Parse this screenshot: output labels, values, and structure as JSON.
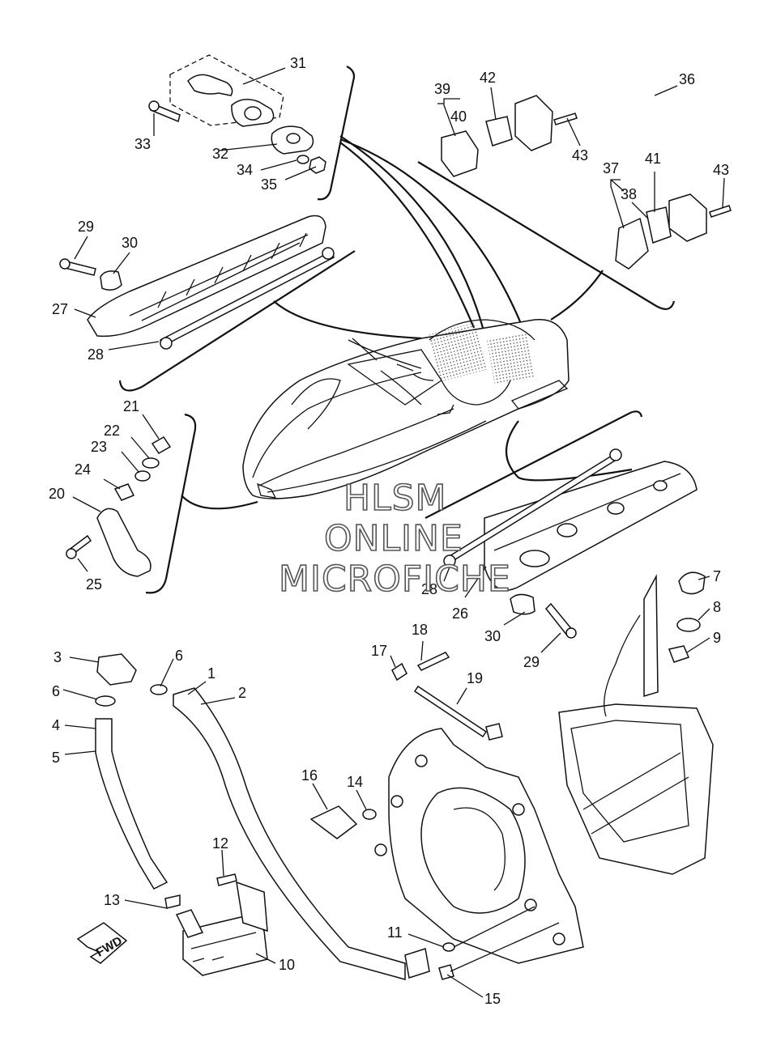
{
  "watermark": {
    "line1": "HLSM",
    "line2": "ONLINE",
    "line3": "MICROFICHE"
  },
  "fwd_label": "FWD",
  "colors": {
    "line": "#111111",
    "paper": "#ffffff",
    "watermark_outline": "#555555"
  },
  "callouts": {
    "n1": "1",
    "n2": "2",
    "n3": "3",
    "n4": "4",
    "n5": "5",
    "n6a": "6",
    "n6b": "6",
    "n7": "7",
    "n8": "8",
    "n9": "9",
    "n10": "10",
    "n11": "11",
    "n12": "12",
    "n13": "13",
    "n14": "14",
    "n15": "15",
    "n16": "16",
    "n17": "17",
    "n18": "18",
    "n19": "19",
    "n20": "20",
    "n21": "21",
    "n22": "22",
    "n23": "23",
    "n24": "24",
    "n25": "25",
    "n26": "26",
    "n27": "27",
    "n28a": "28",
    "n28b": "28",
    "n29a": "29",
    "n29b": "29",
    "n30a": "30",
    "n30b": "30",
    "n31": "31",
    "n32": "32",
    "n33": "33",
    "n34": "34",
    "n35": "35",
    "n36": "36",
    "n37": "37",
    "n38": "38",
    "n39": "39",
    "n40": "40",
    "n41": "41",
    "n42": "42",
    "n43a": "43",
    "n43b": "43"
  }
}
